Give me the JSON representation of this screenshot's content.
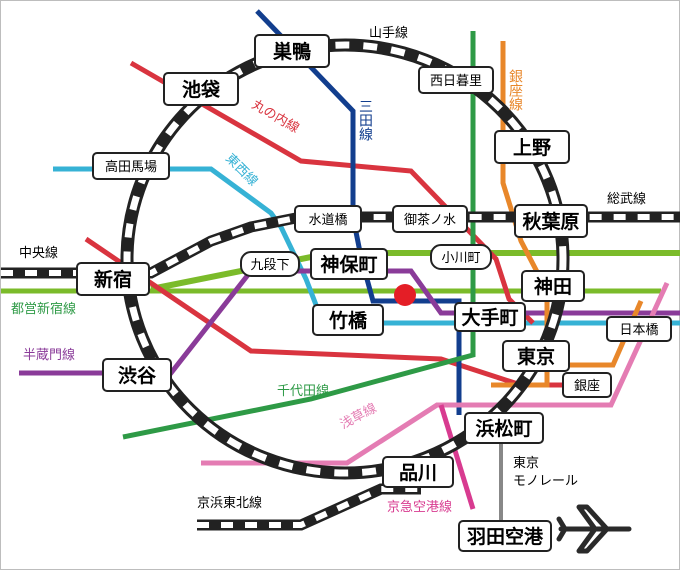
{
  "colors": {
    "yamanote": "#333333",
    "marunouchi": "#d9343f",
    "tozai": "#36b2d5",
    "mita": "#123e8e",
    "chiyoda": "#2e9a46",
    "hanzomon": "#8a3b99",
    "ginza": "#e8872a",
    "sobu": "#7bbb2a",
    "shinjuku_toei": "#7bbb2a",
    "asakusa": "#e47cb3",
    "keikyu": "#d83b90",
    "monorail": "#888888",
    "current_location": "#e41e26"
  },
  "lines": {
    "yamanote": "山手線",
    "marunouchi": "丸の内線",
    "tozai": "東西線",
    "mita": "三田線",
    "ginza": "銀座線",
    "sobu": "総武線",
    "chuo": "中央線",
    "shinjuku_toei": "都営新宿線",
    "hanzomon": "半蔵門線",
    "chiyoda": "千代田線",
    "asakusa": "浅草線",
    "keihin_tohoku": "京浜東北線",
    "keikyu_airport": "京急空港線",
    "monorail": "東京\nモノレール"
  },
  "stations": {
    "sugamo": "巣鴨",
    "ikebukuro": "池袋",
    "nishi_nippori": "西日暮里",
    "ueno": "上野",
    "takadanobaba": "高田馬場",
    "suidobashi": "水道橋",
    "ochanomizu": "御茶ノ水",
    "akihabara": "秋葉原",
    "kudanshita": "九段下",
    "jimbocho": "神保町",
    "ogawamachi": "小川町",
    "kanda": "神田",
    "shinjuku": "新宿",
    "takebashi": "竹橋",
    "otemachi": "大手町",
    "nihombashi": "日本橋",
    "tokyo": "東京",
    "shibuya": "渋谷",
    "ginza": "銀座",
    "hamamatsucho": "浜松町",
    "shinagawa": "品川",
    "haneda": "羽田空港"
  },
  "icons": {
    "airplane": "airplane-icon",
    "current_location": "current-location-dot"
  }
}
